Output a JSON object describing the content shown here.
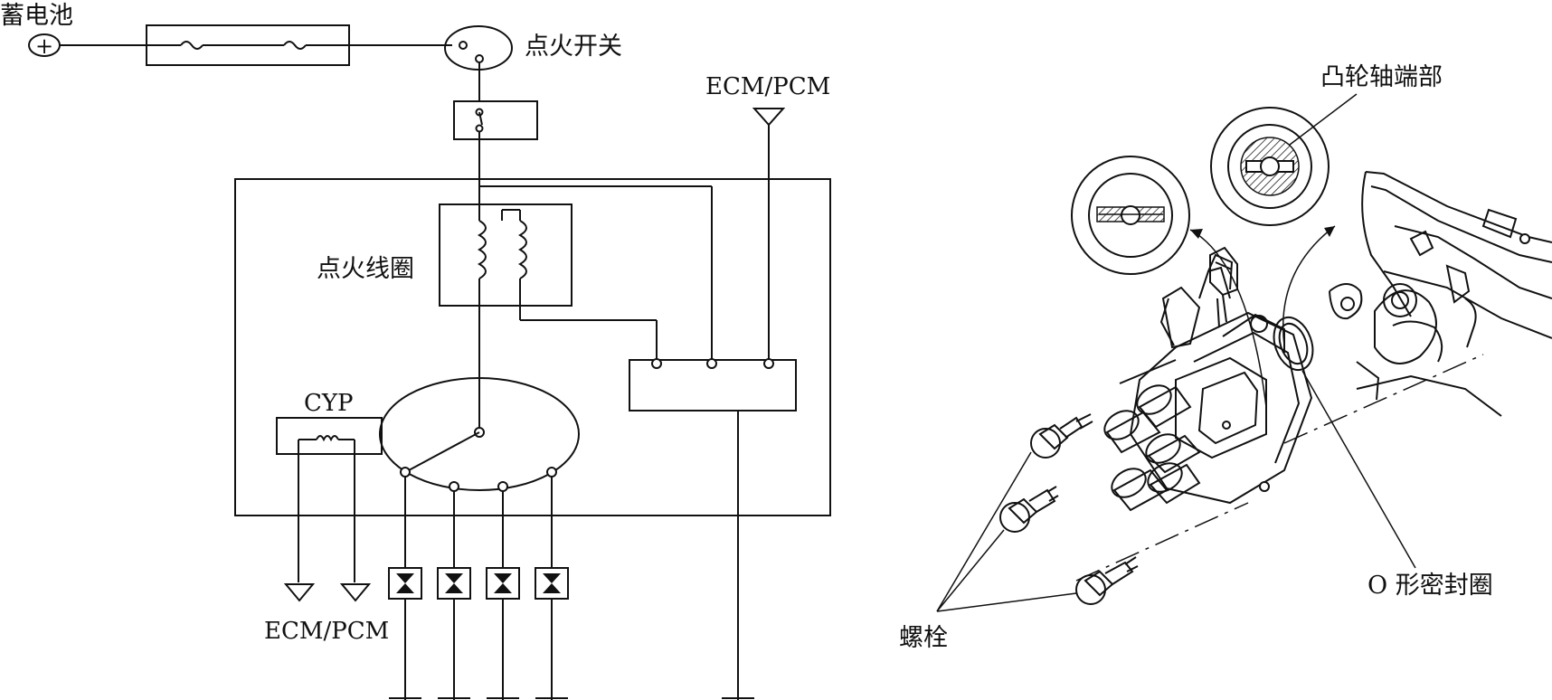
{
  "circuit": {
    "battery_label": "蓄电池",
    "battery_symbol": "+",
    "ignition_switch_label": "点火开关",
    "ecm_top_label": "ECM/PCM",
    "ignition_coil_label": "点火线圈",
    "cyp_label": "CYP",
    "ecm_bottom_label": "ECM/PCM"
  },
  "distributor": {
    "camshaft_end_label": "凸轮轴端部",
    "oring_label": "O 形密封圈",
    "bolts_label": "螺栓"
  },
  "colors": {
    "line": "#111111",
    "background": "#ffffff"
  }
}
